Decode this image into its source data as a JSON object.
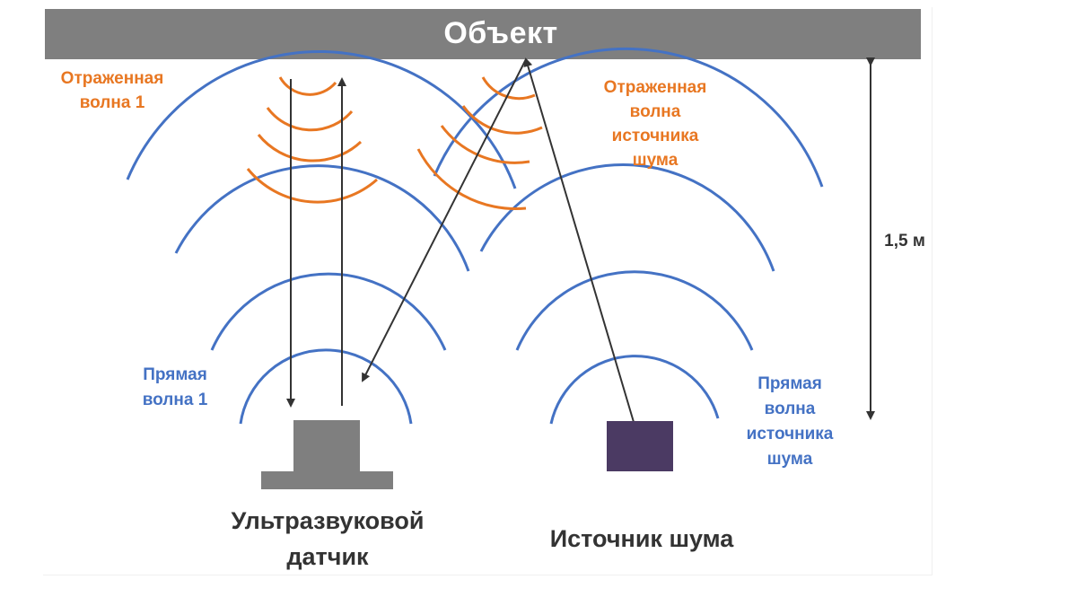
{
  "object": {
    "title": "Объект"
  },
  "labels": {
    "reflected_wave_1": [
      "Отраженная",
      "волна 1"
    ],
    "reflected_noise_wave": [
      "Отраженная",
      "волна",
      "источника",
      "шума"
    ],
    "direct_wave_1": [
      "Прямая",
      "волна 1"
    ],
    "direct_noise_wave": [
      "Прямая",
      "волна",
      "источника",
      "шума"
    ],
    "sensor": [
      "Ультразвуковой",
      "датчик"
    ],
    "noise_source": "Источник шума",
    "distance": "1,5 м"
  },
  "colors": {
    "object_bar": "#7f7f7f",
    "direct_wave": "#4472c4",
    "reflected_wave": "#e87722",
    "noise_source": "#4b3a63",
    "sensor": "#7f7f7f",
    "arrow": "#333333"
  }
}
